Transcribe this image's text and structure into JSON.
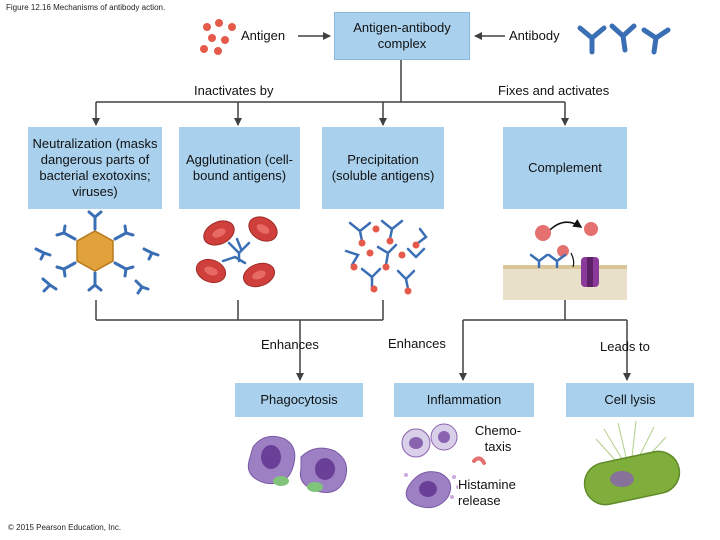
{
  "figure_title": "Figure 12.16 Mechanisms of antibody action.",
  "copyright": "© 2015 Pearson Education, Inc.",
  "top": {
    "antigen_label": "Antigen",
    "complex_label": "Antigen-antibody complex",
    "antibody_label": "Antibody"
  },
  "branches": {
    "inactivates_label": "Inactivates by",
    "activates_label": "Fixes and activates"
  },
  "panels": {
    "neutralization": "Neutralization (masks dangerous parts of bacterial exotoxins; viruses)",
    "agglutination": "Agglutination (cell-bound antigens)",
    "precipitation": "Precipitation (soluble antigens)",
    "complement": "Complement"
  },
  "outcomes": {
    "enhances_1": "Enhances",
    "enhances_2": "Enhances",
    "leads_to": "Leads to",
    "phagocytosis": "Phagocytosis",
    "inflammation": "Inflammation",
    "chemotaxis": "Chemo- taxis",
    "histamine": "Histamine release",
    "cell_lysis": "Cell lysis"
  },
  "colors": {
    "panel_blue": "#a9d1ee",
    "line_gray": "#404040",
    "antibody_blue": "#3b6fb5",
    "antigen_red": "#e55a4a",
    "rbc_red": "#cf3f3b",
    "virus_orange": "#e2a23b",
    "cell_purple": "#8a63b0",
    "bacterium_green": "#7fae3c"
  }
}
